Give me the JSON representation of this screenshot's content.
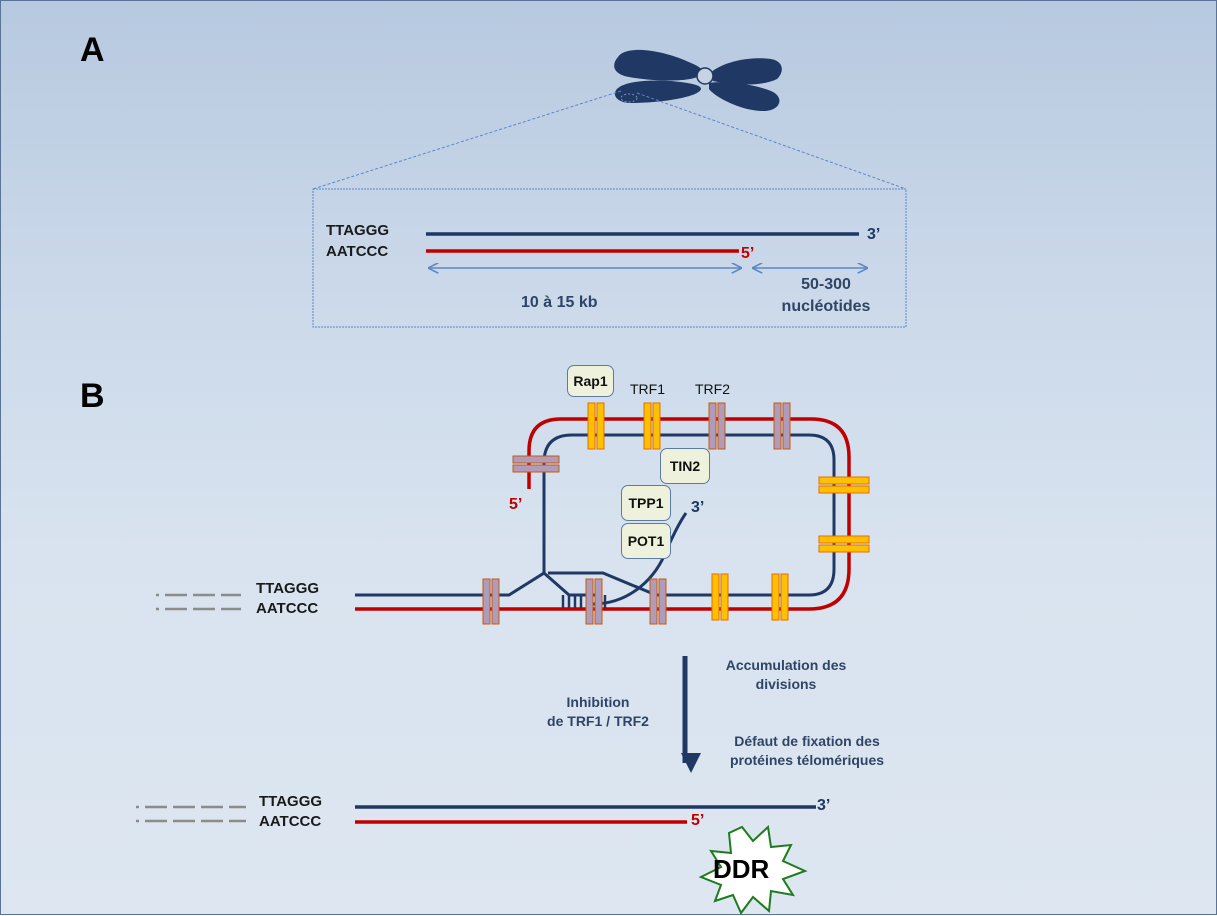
{
  "panels": {
    "a_label": "A",
    "b_label": "B"
  },
  "panel_a": {
    "strand_top": "TTAGGG",
    "strand_bottom": "AATCCC",
    "end_3prime": "3’",
    "end_5prime": "5’",
    "length_double": "10 à 15 kb",
    "length_overhang_line1": "50-300",
    "length_overhang_line2": "nucléotides"
  },
  "panel_b": {
    "strand_top": "TTAGGG",
    "strand_bottom": "AATCCC",
    "end_5prime": "5’",
    "end_3prime": "3’",
    "proteins": {
      "rap1": "Rap1",
      "trf1": "TRF1",
      "trf2": "TRF2",
      "tin2": "TIN2",
      "tpp1": "TPP1",
      "pot1": "POT1"
    },
    "notes": {
      "accumulation_line1": "Accumulation des",
      "accumulation_line2": "divisions",
      "inhibition_line1": "Inhibition",
      "inhibition_line2": "de TRF1 / TRF2",
      "defaut_line1": "Défaut de fixation des",
      "defaut_line2": "protéines télomériques"
    }
  },
  "panel_c": {
    "strand_top": "TTAGGG",
    "strand_bottom": "AATCCC",
    "end_3prime": "3’",
    "end_5prime": "5’",
    "ddr_label": "DDR"
  },
  "colors": {
    "blue_strand": "#1f3864",
    "red_strand": "#c00000",
    "trf1_fill": "#ffc000",
    "trf1_stroke": "#e36c09",
    "trf2_fill": "#b09bb8",
    "trf2_stroke": "#c55a11",
    "ddr_stroke": "#1e7b1e",
    "measure_arrow": "#5b87c5"
  }
}
